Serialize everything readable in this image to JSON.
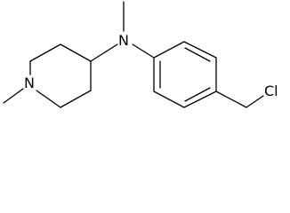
{
  "diagram": {
    "type": "chemical-structure",
    "atom_labels": {
      "amine_n": "N",
      "ring_n": "N",
      "chlorine": "Cl"
    },
    "colors": {
      "bond": "#000000",
      "label": "#000000",
      "background": "#ffffff"
    }
  }
}
